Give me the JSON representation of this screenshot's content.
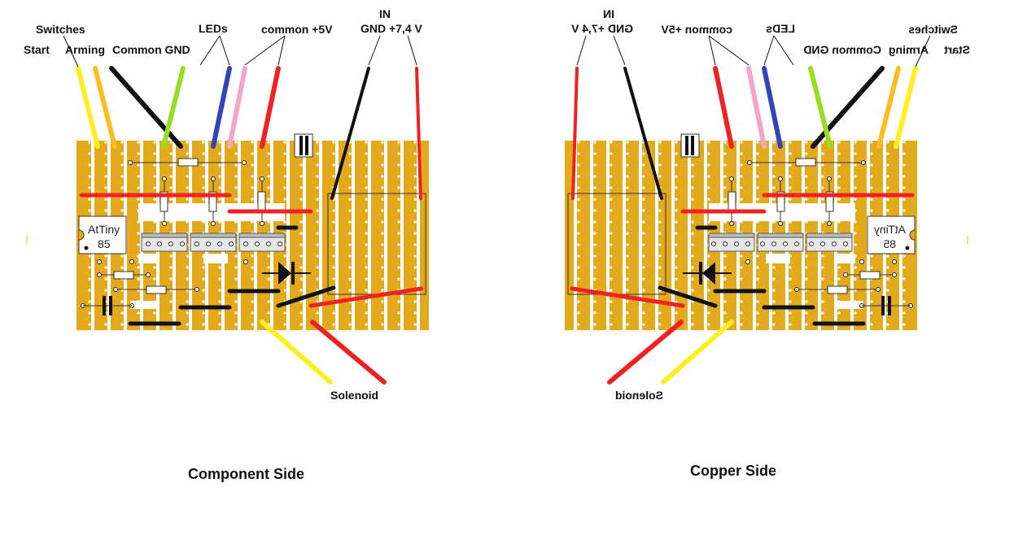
{
  "labels": {
    "switches": "Switches",
    "start": "Start",
    "arming": "Arming",
    "common_gnd": "Common GND",
    "leds": "LEDs",
    "common_5v": "common +5V",
    "in": "IN",
    "gnd_74": "GND +7,4 V",
    "solenoid": "Solenoid"
  },
  "chip": {
    "name": "AtTiny",
    "number": "85"
  },
  "captions": {
    "component_side": "Component Side",
    "copper_side": "Copper Side"
  },
  "colors": {
    "copper": "#e3aa1e",
    "hole": "#ffffff",
    "red": "#ee2222",
    "black": "#111111",
    "yellow": "#ffee22",
    "orange": "#ffbb22",
    "lime": "#99dd22",
    "blue": "#3344bb",
    "pink": "#f3a6c8"
  }
}
